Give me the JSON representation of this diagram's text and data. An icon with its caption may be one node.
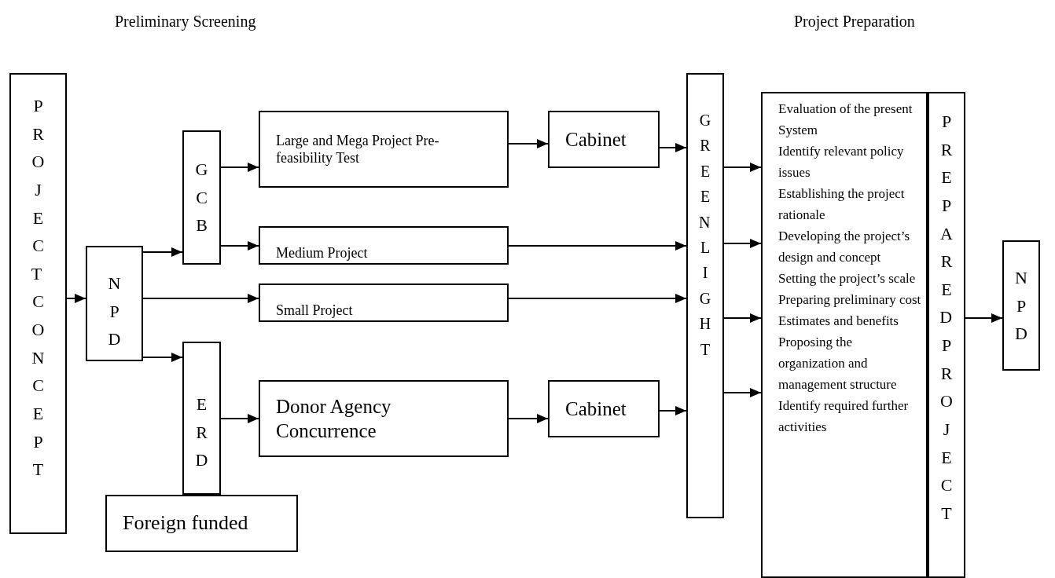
{
  "diagram": {
    "nodes": [
      {
        "text": [
          "PROJECT CONCEPT"
        ]
      },
      {
        "text": [
          "NPD"
        ]
      },
      {
        "text": [
          "GCB"
        ]
      },
      {
        "text": [
          "Large and Mega Project Pre-feasibility Test"
        ]
      },
      {
        "text": [
          "Medium Project"
        ]
      },
      {
        "text": [
          "Small Project"
        ]
      },
      {
        "text": [
          "ERD"
        ]
      },
      {
        "text": [
          "Foreign funded"
        ]
      },
      {
        "text": [
          "Donor Agency Concurrence"
        ]
      },
      {
        "text": [
          "Cabinet"
        ]
      },
      {
        "text": [
          "Cabinet"
        ]
      },
      {
        "text": [
          "GREEN LIGHT"
        ]
      },
      {
        "text": [
          "Evaluation of the present System",
          "Identify relevant policy issues",
          "Establishing the project rationale",
          "Developing the project’s design and concept",
          "Setting the project’s scale",
          "Preparing preliminary cost Estimates and benefits",
          "Proposing the organization and management structure",
          "Identify required further activities"
        ]
      },
      {
        "text": [
          "PREPARED PROJECT"
        ]
      },
      {
        "text": [
          "NPD"
        ]
      }
    ],
    "edges": [
      {
        "from": 0,
        "to": 1,
        "arrow": "to"
      },
      {
        "from": 1,
        "to": 2,
        "arrow": "to"
      },
      {
        "from": 1,
        "to": 5,
        "arrow": "to"
      },
      {
        "from": 1,
        "to": 6,
        "arrow": "to"
      },
      {
        "from": 2,
        "to": 3,
        "arrow": "to"
      },
      {
        "from": 2,
        "to": 4,
        "arrow": "to"
      },
      {
        "from": 3,
        "to": 9,
        "arrow": "to"
      },
      {
        "from": 4,
        "to": 11,
        "arrow": "to"
      },
      {
        "from": 5,
        "to": 11,
        "arrow": "to"
      },
      {
        "from": 6,
        "to": 8,
        "arrow": "to"
      },
      {
        "from": 8,
        "to": 10,
        "arrow": "to"
      },
      {
        "from": 9,
        "to": 11,
        "arrow": "to"
      },
      {
        "from": 10,
        "to": 11,
        "arrow": "to"
      },
      {
        "from": 11,
        "to": 12,
        "arrow": "to"
      },
      {
        "from": 11,
        "to": 12,
        "arrow": "to"
      },
      {
        "from": 11,
        "to": 12,
        "arrow": "to"
      },
      {
        "from": 11,
        "to": 12,
        "arrow": "to"
      },
      {
        "from": 13,
        "to": 14,
        "arrow": "to"
      }
    ],
    "labels": [
      "Preliminary Screening",
      "Project Preparation"
    ]
  }
}
